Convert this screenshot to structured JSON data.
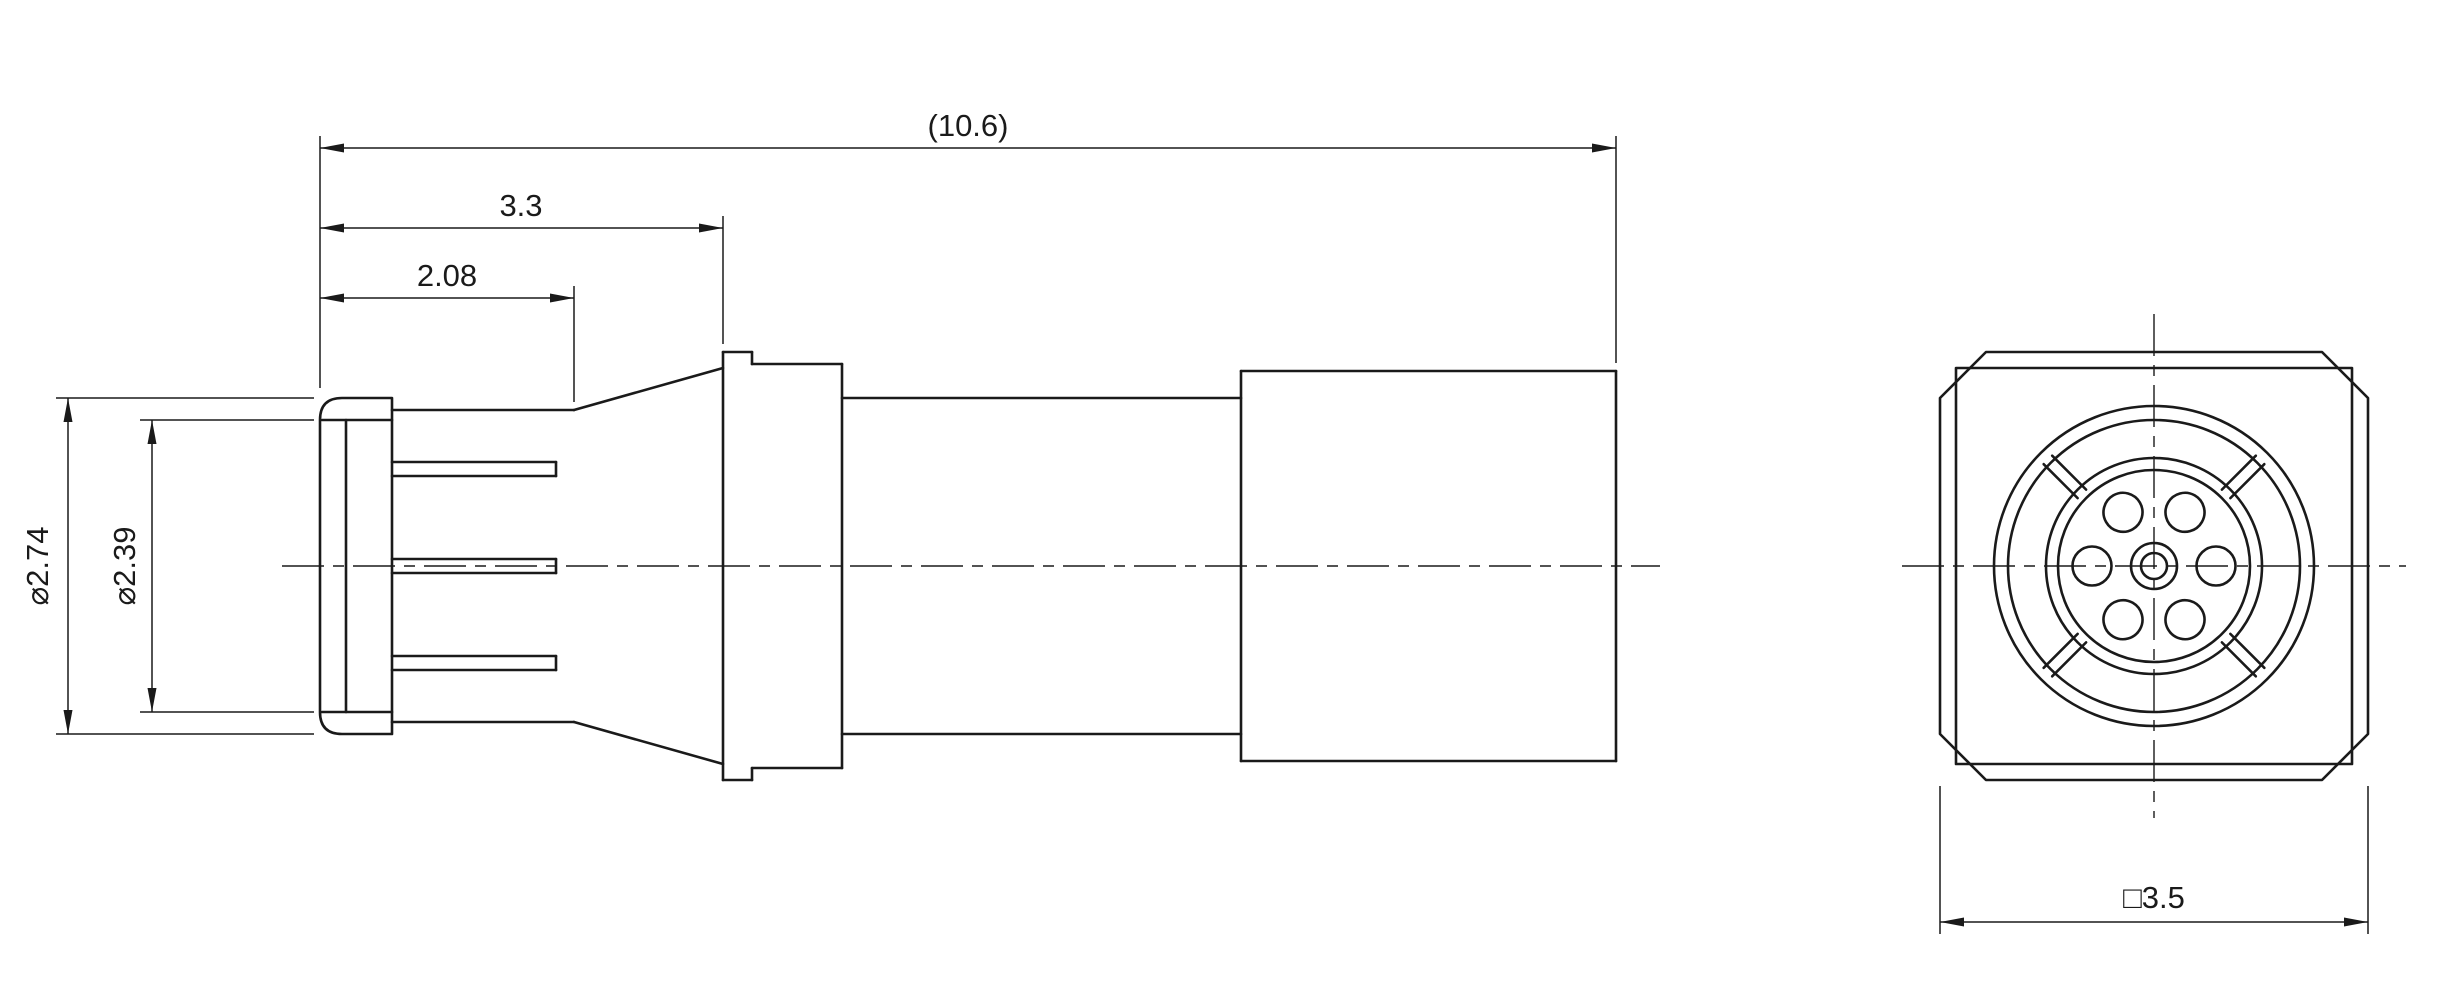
{
  "drawing": {
    "type": "technical-drawing",
    "subject": "coaxial-connector",
    "colors": {
      "background": "#ffffff",
      "line": "#1a1a1a"
    },
    "views": {
      "side_view": {
        "dimensions": {
          "overall_length": "(10.6)",
          "front_to_flange": "3.3",
          "front_section": "2.08",
          "outer_diameter": "⌀2.74",
          "inner_diameter": "⌀2.39"
        }
      },
      "front_view": {
        "dimensions": {
          "flange_square": "□3.5"
        }
      }
    }
  }
}
